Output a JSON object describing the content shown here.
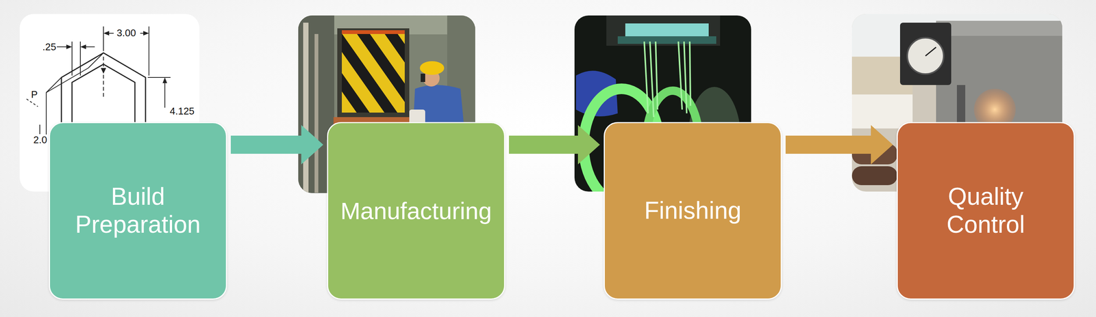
{
  "diagram": {
    "nodes": [
      {
        "text": [
          "Build Preparation"
        ]
      },
      {
        "text": [
          "Manufacturing"
        ]
      },
      {
        "text": [
          "Finishing"
        ]
      },
      {
        "text": [
          "Quality Control"
        ]
      }
    ],
    "edges": [
      {
        "from": 0,
        "to": 1,
        "arrow": "to"
      },
      {
        "from": 1,
        "to": 2,
        "arrow": "to"
      },
      {
        "from": 2,
        "to": 3,
        "arrow": "to"
      }
    ],
    "labels": [
      ".25",
      "3.00",
      "P",
      "4.125",
      "2.0"
    ]
  }
}
